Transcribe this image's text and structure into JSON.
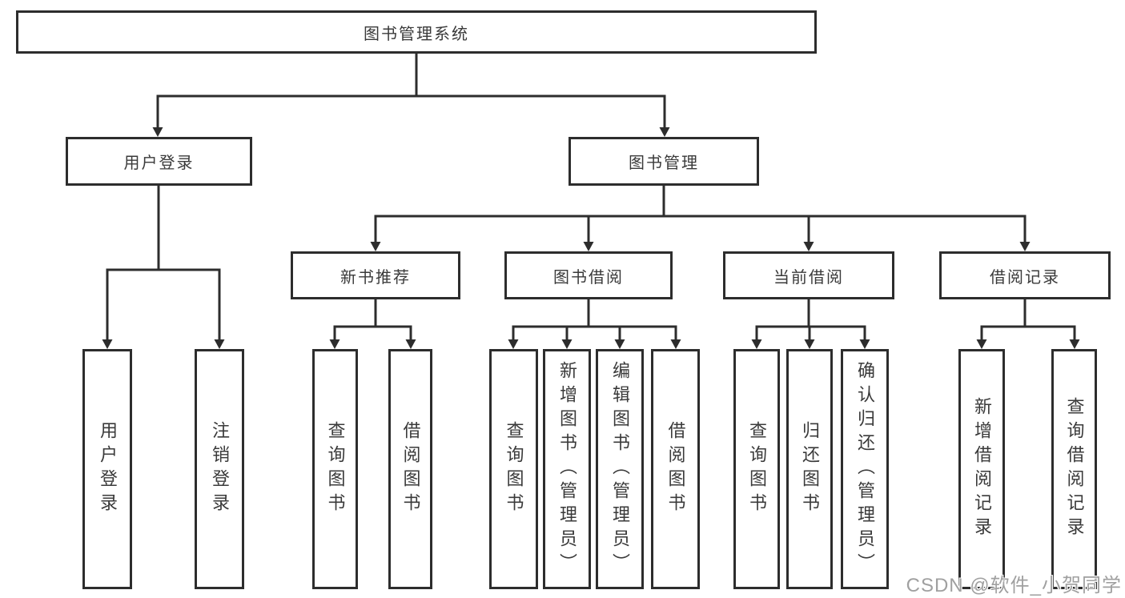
{
  "colors": {
    "line": "#2d2d2d",
    "box_border": "#2d2d2d",
    "text": "#3a3a3a",
    "watermark": "#a0a0a0",
    "background": "#ffffff"
  },
  "tree": {
    "root": {
      "label": "图书管理系统"
    },
    "branches": [
      {
        "label": "用户登录",
        "children": [
          {
            "label": "用户登录"
          },
          {
            "label": "注销登录"
          }
        ]
      },
      {
        "label": "图书管理",
        "children": [
          {
            "label": "新书推荐",
            "children": [
              {
                "label": "查询图书"
              },
              {
                "label": "借阅图书"
              }
            ]
          },
          {
            "label": "图书借阅",
            "children": [
              {
                "label": "查询图书"
              },
              {
                "label": "新增图书（管理员）"
              },
              {
                "label": "编辑图书（管理员）"
              },
              {
                "label": "借阅图书"
              }
            ]
          },
          {
            "label": "当前借阅",
            "children": [
              {
                "label": "查询图书"
              },
              {
                "label": "归还图书"
              },
              {
                "label": "确认归还（管理员）"
              }
            ]
          },
          {
            "label": "借阅记录",
            "children": [
              {
                "label": "新增借阅记录"
              },
              {
                "label": "查询借阅记录"
              }
            ]
          }
        ]
      }
    ]
  },
  "watermark": {
    "text": "CSDN @软件_小贺同学"
  }
}
